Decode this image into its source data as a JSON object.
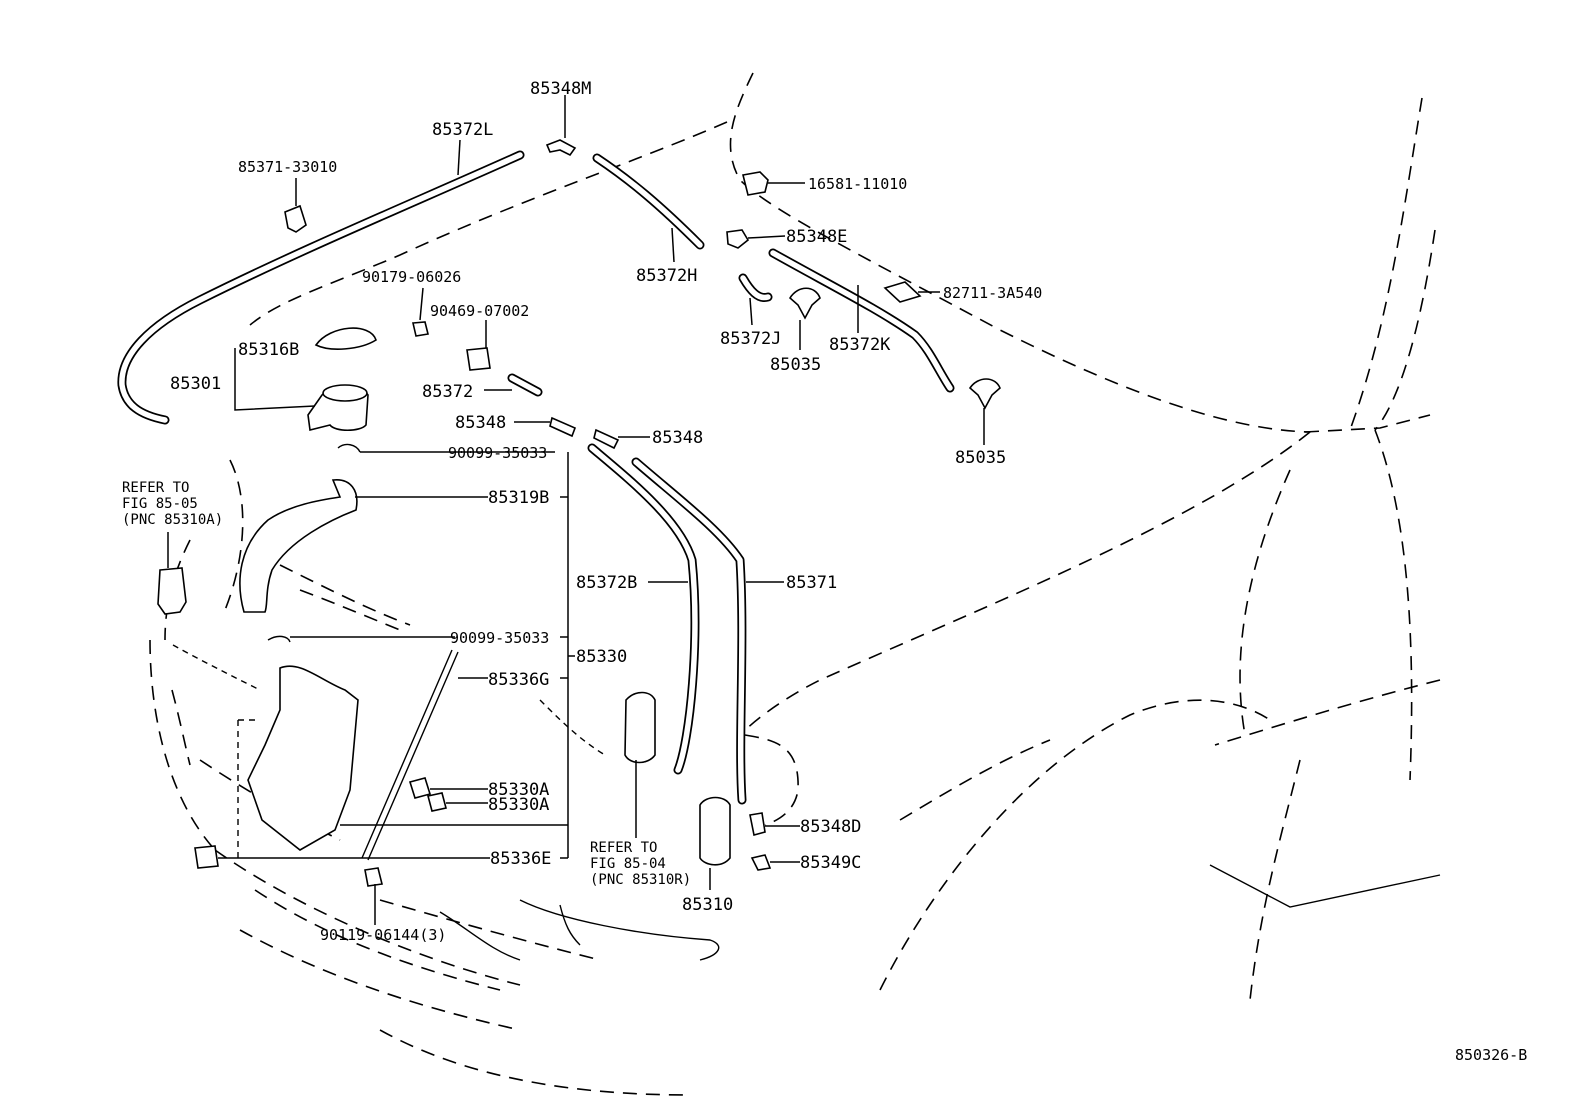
{
  "diagram_code": "850326-B",
  "labels": {
    "p85348M": "85348M",
    "p85372L": "85372L",
    "p85371_33010": "85371-33010",
    "p16581_11010": "16581-11010",
    "p85348E": "85348E",
    "p82711_3A540": "82711-3A540",
    "p85372H": "85372H",
    "p85372J": "85372J",
    "p85372K": "85372K",
    "p85035_a": "85035",
    "p85035_b": "85035",
    "p90179_06026": "90179-06026",
    "p90469_07002": "90469-07002",
    "p85316B": "85316B",
    "p85301": "85301",
    "p85372": "85372",
    "p85348_a": "85348",
    "p85348_b": "85348",
    "p90099_35033_a": "90099-35033",
    "p85319B": "85319B",
    "p85372B": "85372B",
    "p85371": "85371",
    "p90099_35033_b": "90099-35033",
    "p85330": "85330",
    "p85336G": "85336G",
    "p85330A_a": "85330A",
    "p85330A_b": "85330A",
    "p85348D": "85348D",
    "p85349C": "85349C",
    "p85336E": "85336E",
    "p85310": "85310",
    "p90119_06144": "90119-06144(3)"
  },
  "refer_left": {
    "line1": "REFER TO",
    "line2": "FIG 85-05",
    "line3": "(PNC 85310A)"
  },
  "refer_right": {
    "line1": "REFER TO",
    "line2": "FIG 85-04",
    "line3": "(PNC 85310R)"
  }
}
